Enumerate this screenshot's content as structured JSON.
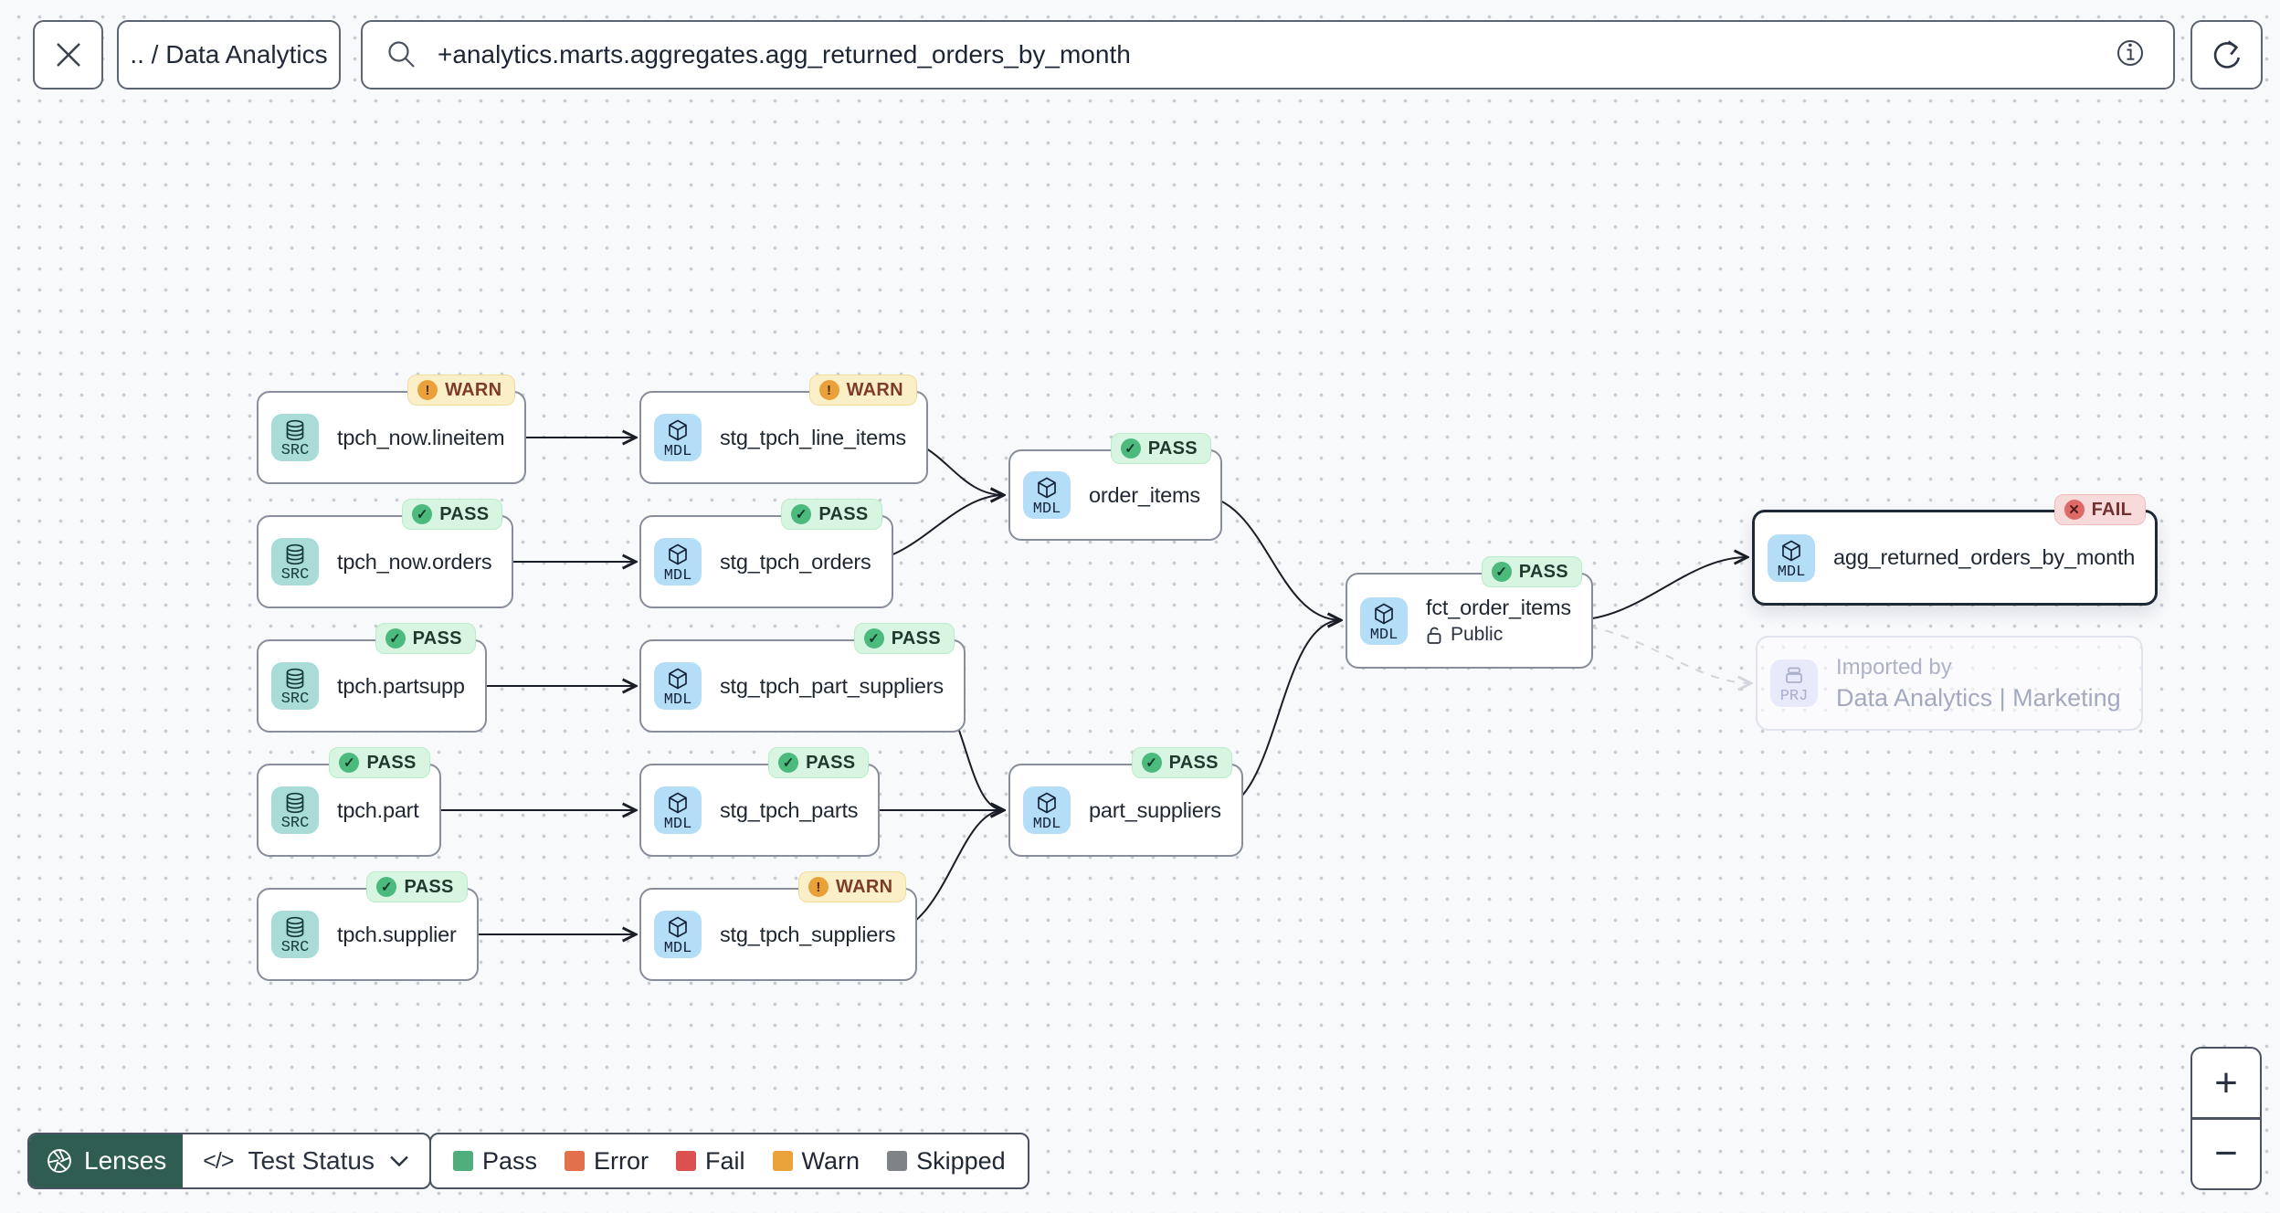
{
  "toolbar": {
    "breadcrumb": ".. / Data Analytics",
    "search_value": "+analytics.marts.aggregates.agg_returned_orders_by_month"
  },
  "icons": {
    "pass": "✓",
    "warn": "!",
    "fail": "✕",
    "code": "</>"
  },
  "graph": {
    "nodes": [
      {
        "type": "SRC",
        "label": "tpch_now.lineitem",
        "badge": "WARN"
      },
      {
        "type": "MDL",
        "label": "stg_tpch_line_items",
        "badge": "WARN"
      },
      {
        "type": "SRC",
        "label": "tpch_now.orders",
        "badge": "PASS"
      },
      {
        "type": "MDL",
        "label": "stg_tpch_orders",
        "badge": "PASS"
      },
      {
        "type": "MDL",
        "label": "order_items",
        "badge": "PASS"
      },
      {
        "type": "SRC",
        "label": "tpch.partsupp",
        "badge": "PASS"
      },
      {
        "type": "MDL",
        "label": "stg_tpch_part_suppliers",
        "badge": "PASS"
      },
      {
        "type": "SRC",
        "label": "tpch.part",
        "badge": "PASS"
      },
      {
        "type": "MDL",
        "label": "stg_tpch_parts",
        "badge": "PASS"
      },
      {
        "type": "MDL",
        "label": "part_suppliers",
        "badge": "PASS"
      },
      {
        "type": "SRC",
        "label": "tpch.supplier",
        "badge": "PASS"
      },
      {
        "type": "MDL",
        "label": "stg_tpch_suppliers",
        "badge": "WARN"
      },
      {
        "type": "MDL",
        "label": "fct_order_items",
        "badge": "PASS",
        "access": "Public"
      },
      {
        "type": "MDL",
        "label": "agg_returned_orders_by_month",
        "badge": "FAIL",
        "selected": true
      },
      {
        "type": "PRJ",
        "title": "Imported by",
        "label": "Data Analytics | Marketing"
      }
    ]
  },
  "lenses": {
    "button_label": "Lenses",
    "selected_lens": "Test Status",
    "accent_color": "#2f5d51"
  },
  "legend": {
    "items": [
      {
        "label": "Pass",
        "color": "#4fae7c"
      },
      {
        "label": "Error",
        "color": "#e2704a"
      },
      {
        "label": "Fail",
        "color": "#da5150"
      },
      {
        "label": "Warn",
        "color": "#e9a33a"
      },
      {
        "label": "Skipped",
        "color": "#7f8286"
      }
    ]
  },
  "zoom": {
    "in": "+",
    "out": "−"
  },
  "status_colors": {
    "pass_bg": "#d7f5e0",
    "warn_bg": "#fbefc8",
    "fail_bg": "#f9dada",
    "pass_fg": "#4cb97d",
    "warn_fg": "#e9a23b",
    "fail_fg": "#de6a68"
  }
}
